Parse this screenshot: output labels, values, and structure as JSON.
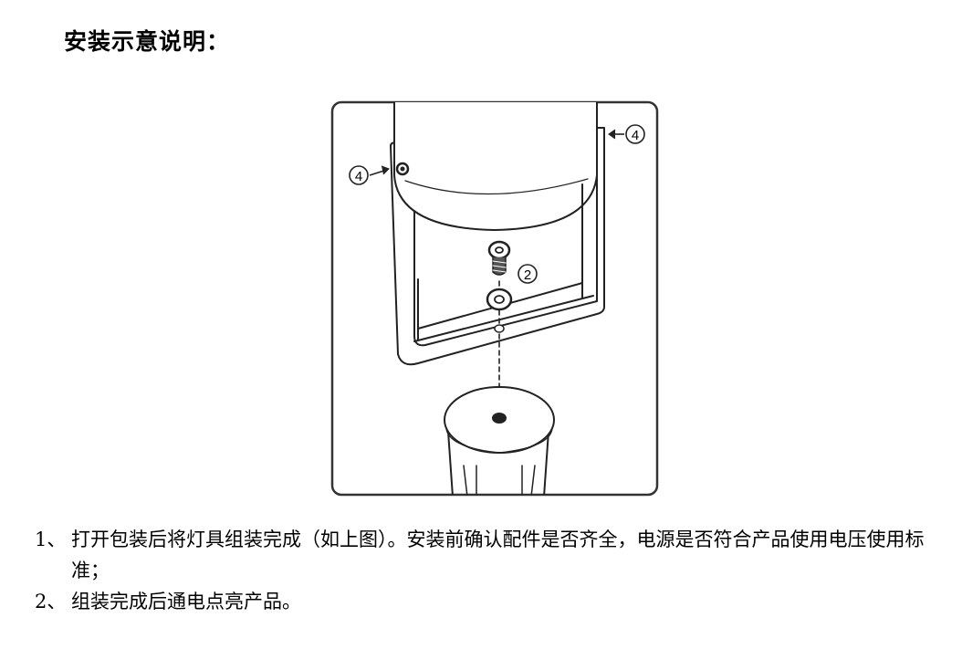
{
  "doc": {
    "title": "安装示意说明："
  },
  "figure": {
    "callouts": [
      {
        "id": "bracket-right",
        "label": "4"
      },
      {
        "id": "bracket-left",
        "label": "4"
      },
      {
        "id": "screw",
        "label": "2"
      }
    ]
  },
  "steps": [
    {
      "number": "1、",
      "text": "打开包装后将灯具组装完成（如上图）。安装前确认配件是否齐全，电源是否符合产品使用电压使用标准；"
    },
    {
      "number": "2、",
      "text": "组装完成后通电点亮产品。"
    }
  ],
  "colors": {
    "line": "#222222",
    "frame": "#333333"
  }
}
